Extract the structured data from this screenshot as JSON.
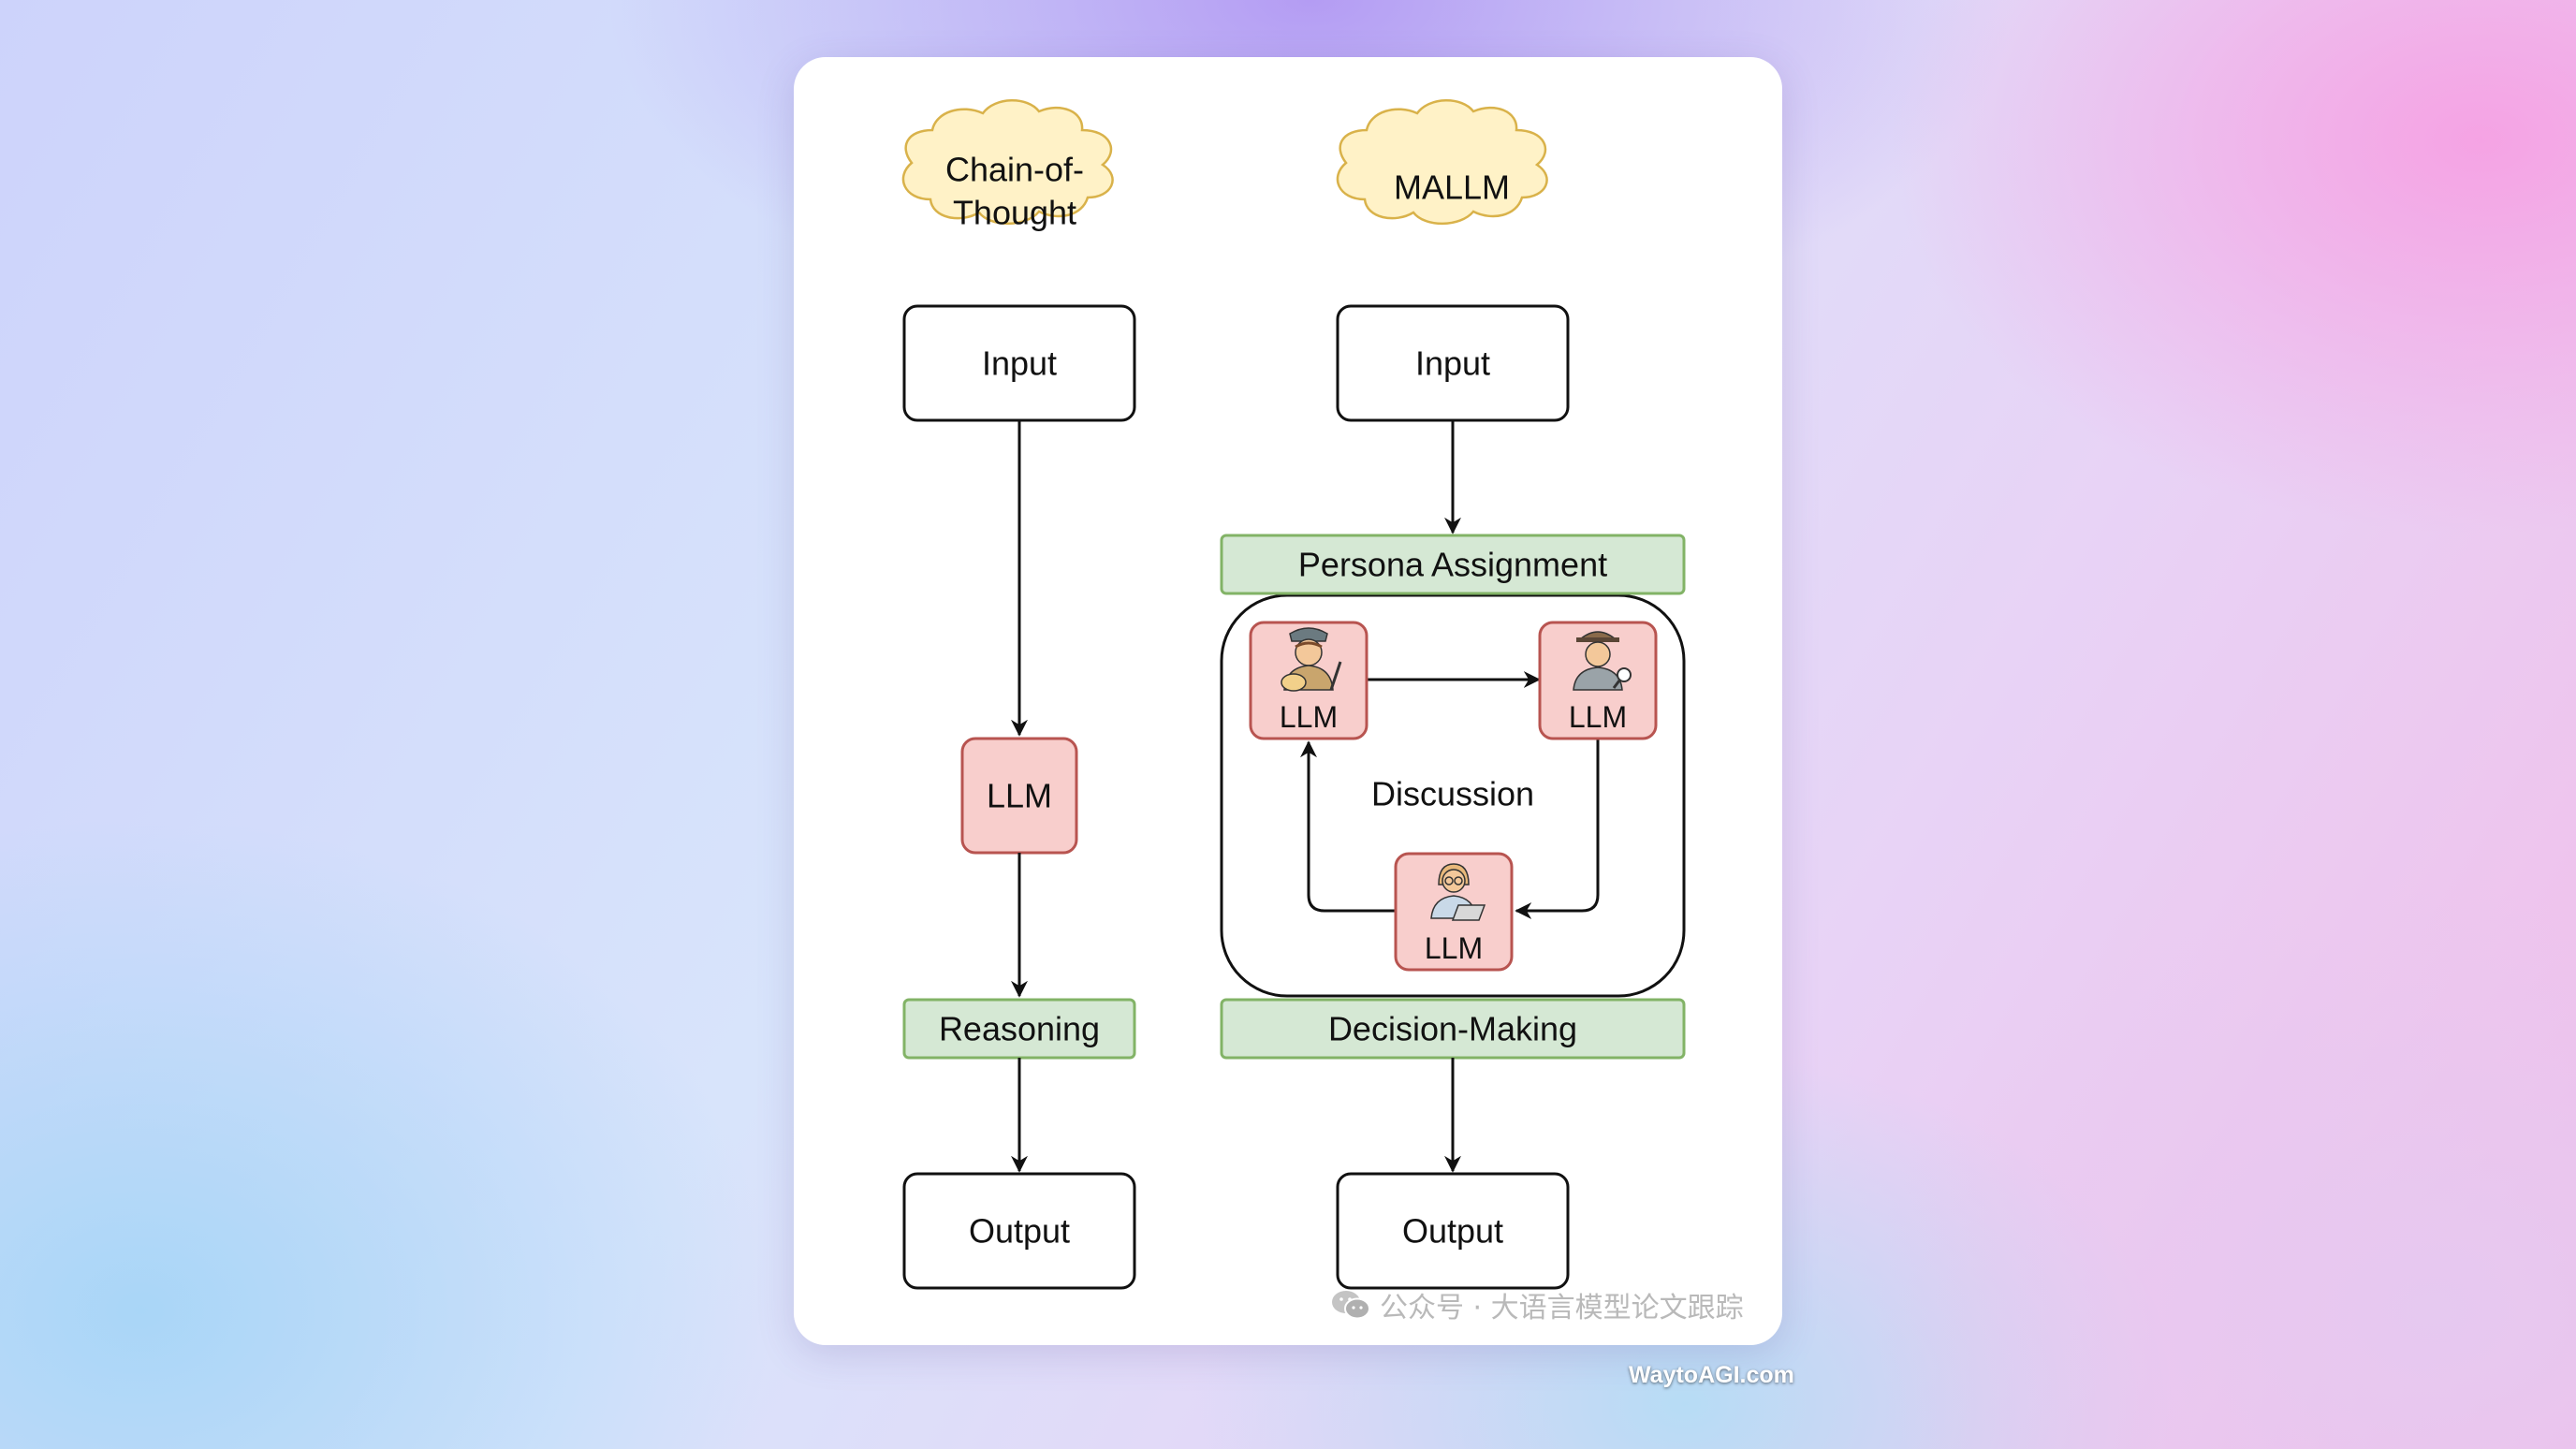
{
  "diagram": {
    "left": {
      "title": "Chain-of-Thought",
      "title_line1": "Chain-of-",
      "title_line2": "Thought",
      "input": "Input",
      "llm": "LLM",
      "reasoning": "Reasoning",
      "output": "Output"
    },
    "right": {
      "title": "MALLM",
      "input": "Input",
      "persona": "Persona Assignment",
      "agent1": "LLM",
      "agent2": "LLM",
      "agent3": "LLM",
      "discussion": "Discussion",
      "decision": "Decision-Making",
      "output": "Output"
    }
  },
  "watermark": "公众号 · 大语言模型论文跟踪",
  "site": "WaytoAGI.com",
  "colors": {
    "cloud_fill": "#fff2c7",
    "cloud_stroke": "#d9b24a",
    "llm_fill": "#f8cecc",
    "llm_stroke": "#b85450",
    "green_fill": "#d5e8d4",
    "green_stroke": "#82b366"
  }
}
